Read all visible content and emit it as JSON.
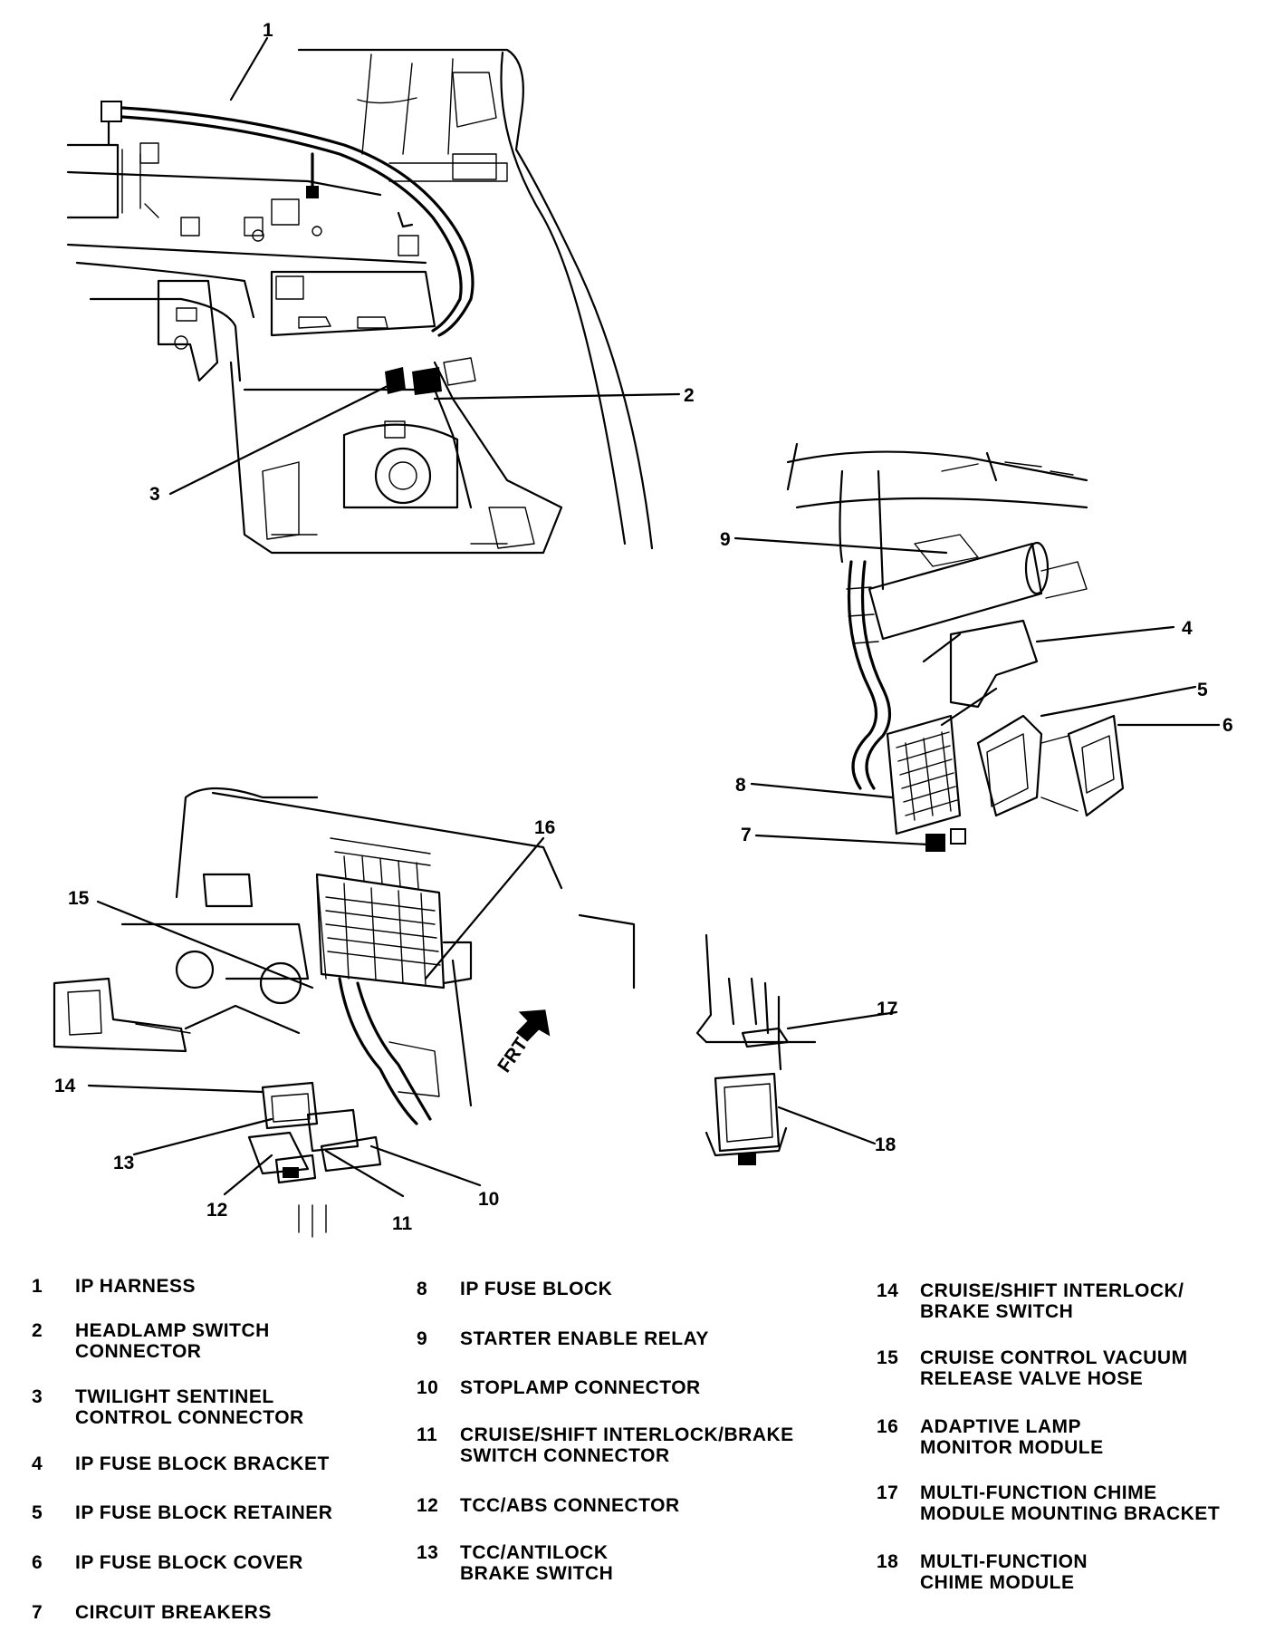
{
  "callouts": [
    "1",
    "2",
    "3",
    "4",
    "5",
    "6",
    "7",
    "8",
    "9",
    "10",
    "11",
    "12",
    "13",
    "14",
    "15",
    "16",
    "17",
    "18"
  ],
  "frt_label": "FRT",
  "legend": [
    {
      "num": "1",
      "text": "IP HARNESS"
    },
    {
      "num": "2",
      "text": "HEADLAMP SWITCH\nCONNECTOR"
    },
    {
      "num": "3",
      "text": "TWILIGHT SENTINEL\nCONTROL CONNECTOR"
    },
    {
      "num": "4",
      "text": "IP FUSE BLOCK BRACKET"
    },
    {
      "num": "5",
      "text": "IP FUSE BLOCK RETAINER"
    },
    {
      "num": "6",
      "text": "IP FUSE BLOCK COVER"
    },
    {
      "num": "7",
      "text": "CIRCUIT BREAKERS"
    },
    {
      "num": "8",
      "text": "IP FUSE BLOCK"
    },
    {
      "num": "9",
      "text": "STARTER ENABLE RELAY"
    },
    {
      "num": "10",
      "text": "STOPLAMP CONNECTOR"
    },
    {
      "num": "11",
      "text": "CRUISE/SHIFT INTERLOCK/BRAKE\nSWITCH CONNECTOR"
    },
    {
      "num": "12",
      "text": "TCC/ABS CONNECTOR"
    },
    {
      "num": "13",
      "text": "TCC/ANTILOCK\nBRAKE SWITCH"
    },
    {
      "num": "14",
      "text": "CRUISE/SHIFT INTERLOCK/\nBRAKE SWITCH"
    },
    {
      "num": "15",
      "text": "CRUISE CONTROL VACUUM\nRELEASE VALVE HOSE"
    },
    {
      "num": "16",
      "text": "ADAPTIVE LAMP\nMONITOR MODULE"
    },
    {
      "num": "17",
      "text": "MULTI-FUNCTION CHIME\nMODULE MOUNTING BRACKET"
    },
    {
      "num": "18",
      "text": "MULTI-FUNCTION\nCHIME MODULE"
    }
  ]
}
